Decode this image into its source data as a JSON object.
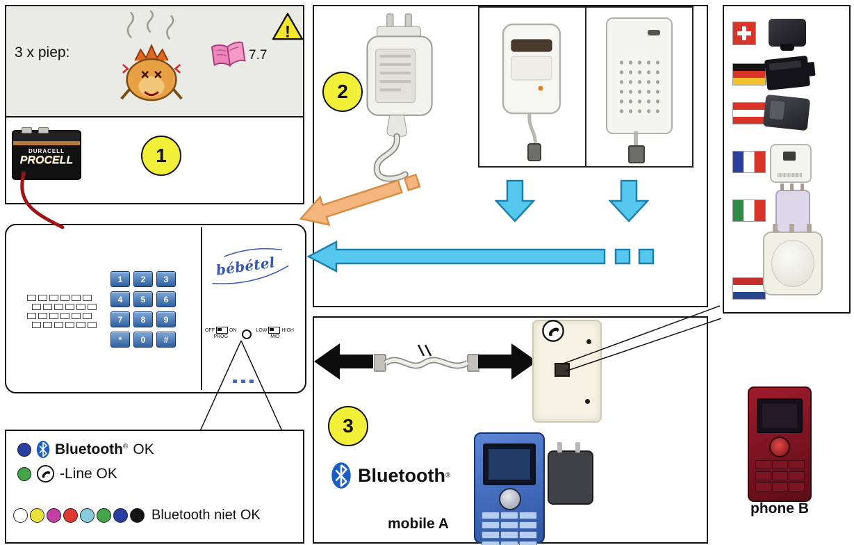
{
  "steps": {
    "one": "1",
    "two": "2",
    "three": "3"
  },
  "alert_box": {
    "label": "3 x piep:",
    "manual_ref": "7.7",
    "warning_mark": "!"
  },
  "battery": {
    "brand": "DURACELL",
    "series": "PROCELL"
  },
  "device": {
    "brand": "bébétel",
    "keys": [
      "1",
      "2",
      "3",
      "4",
      "5",
      "6",
      "7",
      "8",
      "9",
      "*",
      "0",
      "#"
    ],
    "controls": {
      "off": "OFF",
      "on": "ON",
      "prog": "PROG",
      "low": "LOW",
      "high": "HIGH",
      "mid": "MID"
    }
  },
  "adapter_column": {
    "flags": [
      "switzerland",
      "germany",
      "austria",
      "france",
      "italy",
      "netherlands"
    ]
  },
  "legend": {
    "bluetooth_brand": "Bluetooth",
    "registered_mark": "®",
    "bluetooth_ok_label": "OK",
    "line_ok_label": "-Line OK",
    "bluetooth_not_ok_label": "Bluetooth niet OK",
    "bluetooth_ok_dot": "#2b3fa0",
    "line_ok_dot": "#43a548",
    "status_dot_colors": [
      "#ffffff",
      "#e8e23c",
      "#c43fa5",
      "#de3a31",
      "#86ccdc",
      "#43a548",
      "#2b3fa0",
      "#141414"
    ]
  },
  "connection_box": {
    "bluetooth_brand": "Bluetooth",
    "registered_mark": "®",
    "mobile_a_label": "mobile A"
  },
  "phone_b_label": "phone B",
  "colors": {
    "step_badge": "#f2ef39",
    "cyan_arrow": "#56c8ee",
    "orange_arrow": "#f5b57e",
    "bluetooth_blue": "#1a5ec4"
  }
}
